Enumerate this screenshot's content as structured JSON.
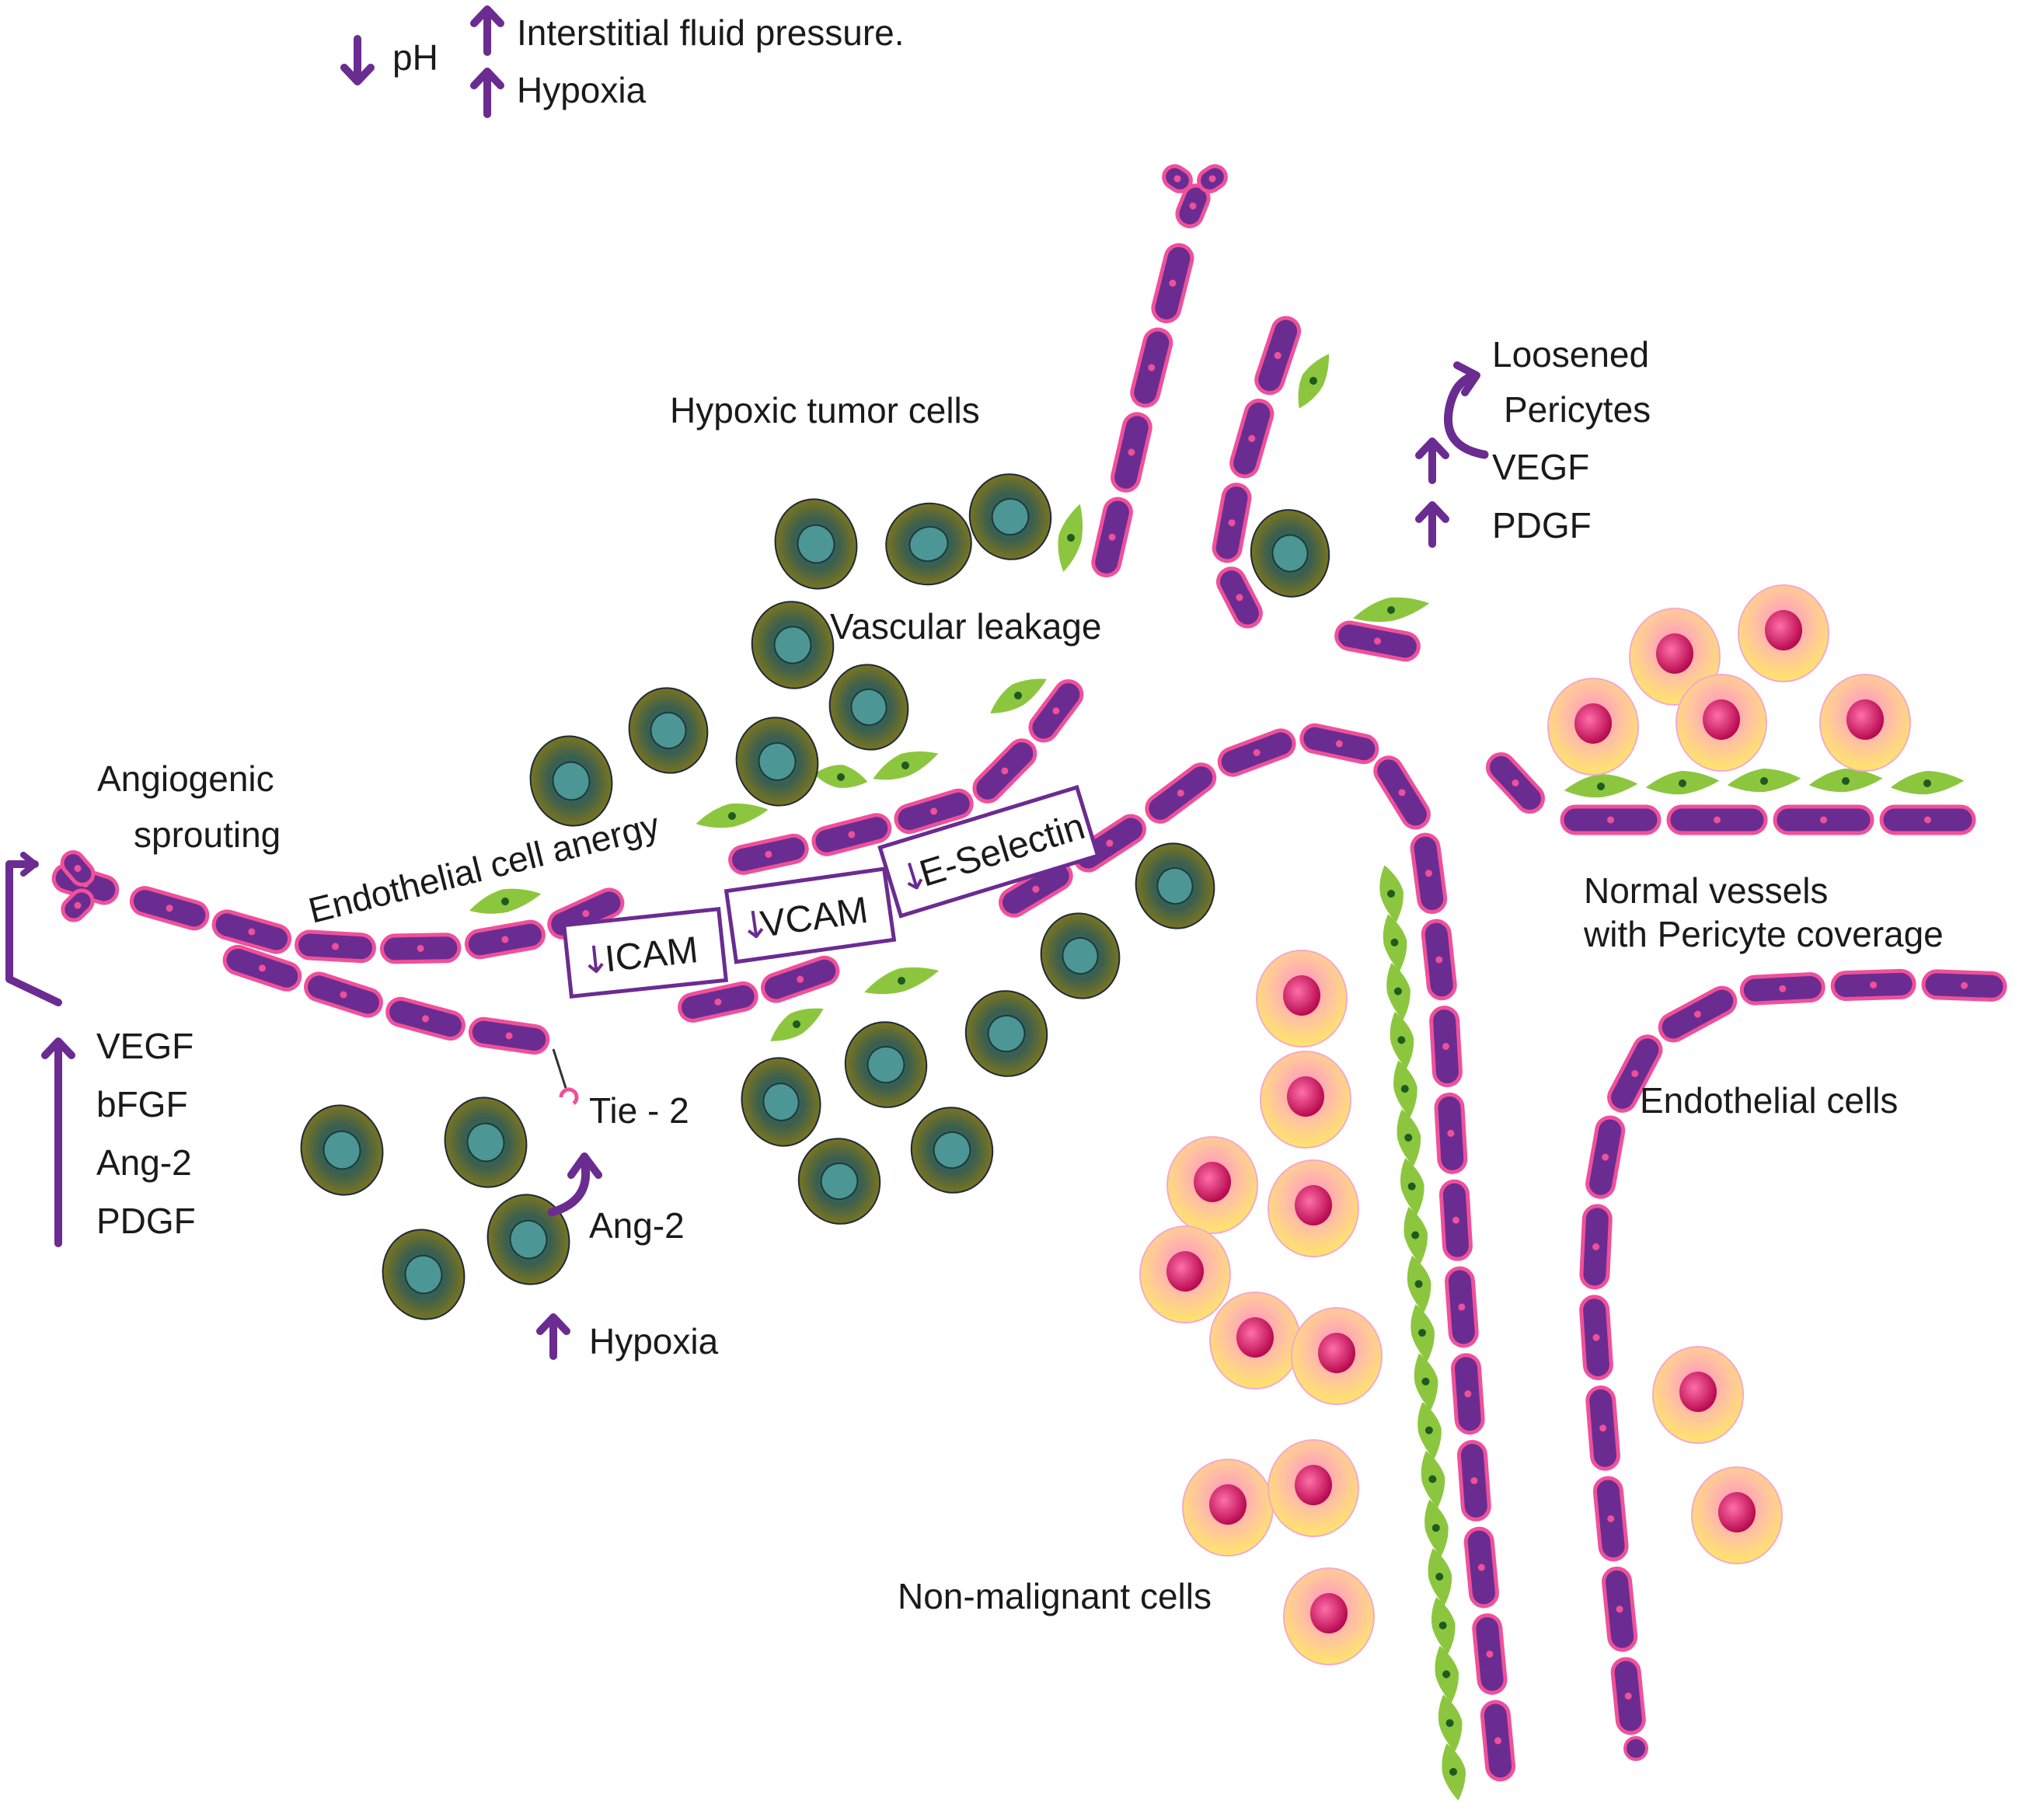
{
  "colors": {
    "endothelial_fill": "#6a2c91",
    "endothelial_border": "#f0509a",
    "pericyte": "#8cc63f",
    "pericyte_nucleus": "#1f5a1f",
    "tumor_ring_outer": "#6f6a1e",
    "tumor_ring_inner": "#2f5f63",
    "tumor_nucleus": "#4d9696",
    "normal_cell_outer": "#ffe36a",
    "normal_cell_inner": "#ff9ec8",
    "normal_nucleus": "#c8105a",
    "arrow": "#6a2c91",
    "text": "#1a1a1a"
  },
  "icons": {
    "up_arrow": "up-arrow-icon",
    "down_arrow": "down-arrow-icon",
    "curved_arrow": "curved-arrow-icon"
  },
  "labels": {
    "ph": "pH",
    "interstitial": "Interstitial fluid pressure.",
    "hypoxia_top": "Hypoxia",
    "hypoxic_tumor_cells": "Hypoxic tumor cells",
    "loosened": "Loosened",
    "pericytes": "Pericytes",
    "vegf_right": "VEGF",
    "pdgf_right": "PDGF",
    "vascular_leakage": "Vascular leakage",
    "angiogenic": "Angiogenic",
    "sprouting": "sprouting",
    "endothelial_anergy": "Endothelial cell anergy",
    "icam": "ICAM",
    "vcam": "VCAM",
    "eselectin": "E-Selectin",
    "normal_vessels": "Normal vessels",
    "pericyte_coverage": "with Pericyte coverage",
    "vegf_left": "VEGF",
    "bfgf_left": "bFGF",
    "ang2_left": "Ang-2",
    "pdgf_left": "PDGF",
    "tie2": "Tie - 2",
    "ang2_mid": "Ang-2",
    "endothelial_cells": "Endothelial cells",
    "hypoxia_bottom": "Hypoxia",
    "non_malignant": "Non-malignant cells"
  }
}
